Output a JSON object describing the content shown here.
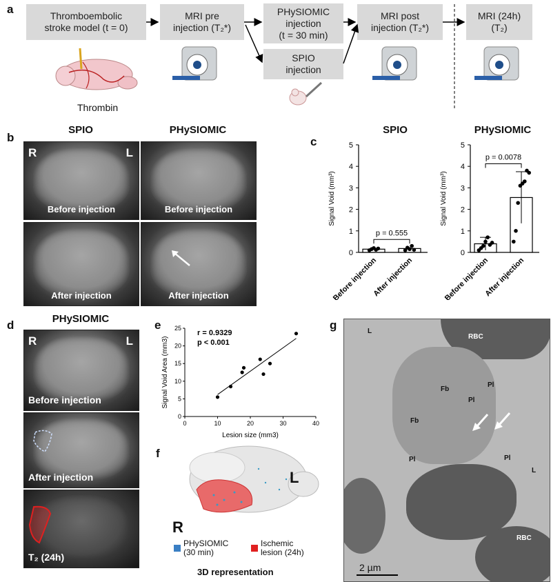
{
  "panel_a": {
    "letter": "a",
    "boxes": [
      {
        "line1": "Thromboembolic",
        "line2": "stroke model (t = 0)"
      },
      {
        "line1": "MRI pre",
        "line2": "injection (T₂*)"
      },
      {
        "line1": "PHySIOMIC",
        "line2": "injection",
        "line3": "(t = 30 min)"
      },
      {
        "line1": "SPIO",
        "line2": "injection"
      },
      {
        "line1": "MRI post",
        "line2": "injection (T₂*)"
      },
      {
        "line1": "MRI (24h)",
        "line2": "(T₂)"
      }
    ],
    "thrombin_label": "Thrombin"
  },
  "panel_b": {
    "letter": "b",
    "col1_title": "SPIO",
    "col2_title": "PHySIOMIC",
    "r_label": "R",
    "l_label": "L",
    "before": "Before injection",
    "after": "After injection"
  },
  "panel_c": {
    "letter": "c",
    "chart_data": [
      {
        "type": "bar",
        "title": "SPIO",
        "ylabel": "Signal Void (mm³)",
        "categories": [
          "Before injection",
          "After injection"
        ],
        "values": [
          0.15,
          0.18
        ],
        "ylim": [
          0,
          5
        ],
        "yticks": [
          "0",
          "1",
          "2",
          "3",
          "4",
          "5"
        ],
        "points": [
          [
            0.1,
            0.15,
            0.2,
            0.12,
            0.18
          ],
          [
            0.1,
            0.22,
            0.15,
            0.3,
            0.12
          ]
        ],
        "annotation": "p = 0.555"
      },
      {
        "type": "bar",
        "title": "PHySIOMIC",
        "ylabel": "Signal Void (mm³)",
        "categories": [
          "Before injection",
          "After injection"
        ],
        "values": [
          0.4,
          2.55
        ],
        "errors": [
          0.3,
          1.2
        ],
        "ylim": [
          0,
          5
        ],
        "yticks": [
          "0",
          "1",
          "2",
          "3",
          "4",
          "5"
        ],
        "points": [
          [
            0.1,
            0.2,
            0.3,
            0.5,
            0.7,
            0.35,
            0.45
          ],
          [
            0.5,
            1,
            2.3,
            3.1,
            3.2,
            3.3,
            3.8,
            3.7
          ]
        ],
        "annotation": "p = 0.0078"
      }
    ]
  },
  "panel_d": {
    "letter": "d",
    "title": "PHySIOMIC",
    "r_label": "R",
    "l_label": "L",
    "before": "Before injection",
    "after": "After injection",
    "t2_label": "T₂ (24h)"
  },
  "panel_e": {
    "letter": "e",
    "chart_data": {
      "type": "scatter",
      "xlabel": "Lesion size (mm3)",
      "ylabel": "Signal Void Area (mm3)",
      "xlim": [
        0,
        40
      ],
      "ylim": [
        0,
        25
      ],
      "xticks": [
        "0",
        "10",
        "20",
        "30",
        "40"
      ],
      "yticks": [
        "0",
        "5",
        "10",
        "15",
        "20",
        "25"
      ],
      "x": [
        10,
        14,
        17.5,
        18,
        23,
        24,
        26,
        34
      ],
      "y": [
        5.5,
        8.5,
        12.5,
        13.8,
        16.2,
        12,
        15,
        23.5
      ],
      "annotation_r": "r = 0.9329",
      "annotation_p": "p < 0.001"
    }
  },
  "panel_f": {
    "letter": "f",
    "l_label": "L",
    "r_label": "R",
    "legend1_l1": "PHySIOMIC",
    "legend1_l2": "(30 min)",
    "legend2_l1": "Ischemic",
    "legend2_l2": "lesion (24h)",
    "caption": "3D representation",
    "colors": {
      "physiomic": "#3a7fc4",
      "lesion": "#e02020"
    }
  },
  "panel_g": {
    "letter": "g",
    "labels": [
      "L",
      "RBC",
      "Fb",
      "Pl",
      "Pl",
      "Fb",
      "Pl",
      "Pl",
      "L",
      "RBC"
    ],
    "scale": "2 µm"
  }
}
